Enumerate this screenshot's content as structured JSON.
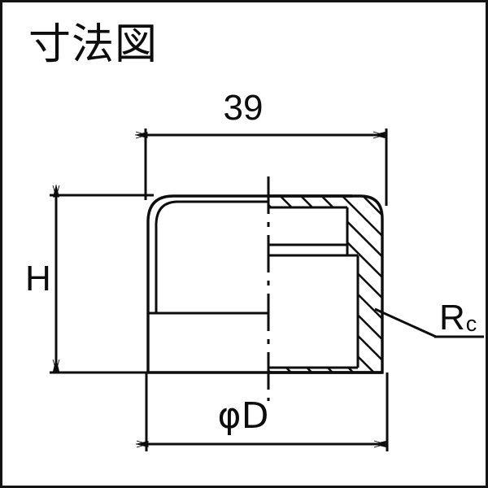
{
  "figure": {
    "title": "寸法図",
    "title_meaning": "dimension-drawing",
    "background_color": "#ffffff",
    "line_color": "#0d0d0d",
    "border_color": "#141414"
  },
  "dimensions": {
    "width": {
      "label": "39",
      "name": "overall-width",
      "orientation": "horizontal",
      "position": "top",
      "arrow_style": "double-headed"
    },
    "height": {
      "label": "H",
      "name": "overall-height",
      "orientation": "vertical",
      "position": "left",
      "arrow_style": "double-headed"
    },
    "diameter": {
      "label": "φD",
      "name": "outer-diameter",
      "orientation": "horizontal",
      "position": "bottom",
      "arrow_style": "double-headed"
    }
  },
  "callouts": {
    "thread": {
      "label_main": "R",
      "label_sub": "c",
      "full_label": "Rc",
      "name": "taper-pipe-thread-callout",
      "leader": "line-from-hatched-wall"
    }
  },
  "view": {
    "type": "half-section",
    "left_half": "external-view",
    "right_half": "cross-section-hatched",
    "centerline_style": "dash-dot",
    "hatch_angle_deg": 45
  }
}
